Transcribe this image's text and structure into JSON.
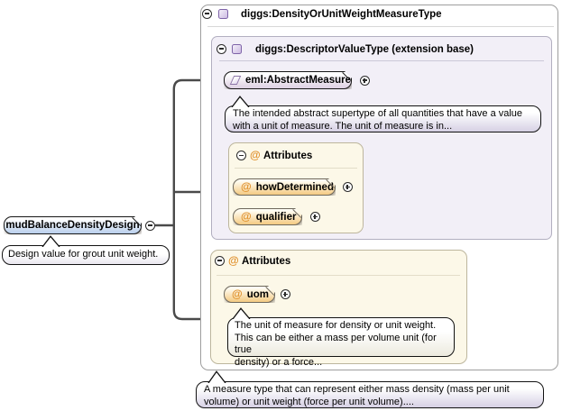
{
  "icons": {
    "at_sign": "@"
  },
  "colors": {
    "element_pill_lavender": "#ddcfe2",
    "element_pill_blue": "#b9cfec",
    "attribute_pill_orange": "#f4ca82",
    "attribute_group_bg": "#fcf8e8",
    "base_type_bg": "#f2eff7",
    "at_sign_orange": "#e0912d",
    "callout_lavender": "#d6d0e4",
    "connector_gray": "#4a4a4a",
    "type_icon_purple": "#7e63a8"
  },
  "root_element": {
    "label": "mudBalanceDensityDesign",
    "annotation": "Design value for grout unit weight."
  },
  "type_box": {
    "title": "diggs:DensityOrUnitWeightMeasureType",
    "annotation": "A measure type that can represent either mass density (mass per unit\nvolume) or unit weight (force per unit volume)...."
  },
  "base_type_box": {
    "title": "diggs:DescriptorValueType (extension base)"
  },
  "abstract_measure": {
    "label": "eml:AbstractMeasure",
    "annotation": "The intended abstract supertype of all quantities that have a value\nwith a unit of measure. The unit of measure is in..."
  },
  "attribute_group_1": {
    "title": "Attributes",
    "attributes": [
      {
        "name": "howDetermined"
      },
      {
        "name": "qualifier"
      }
    ]
  },
  "attribute_group_2": {
    "title": "Attributes",
    "attributes": [
      {
        "name": "uom"
      }
    ],
    "uom_annotation": "The unit of measure for density or unit weight.\nThis can be either a mass per volume unit (for true\ndensity) or a force..."
  }
}
